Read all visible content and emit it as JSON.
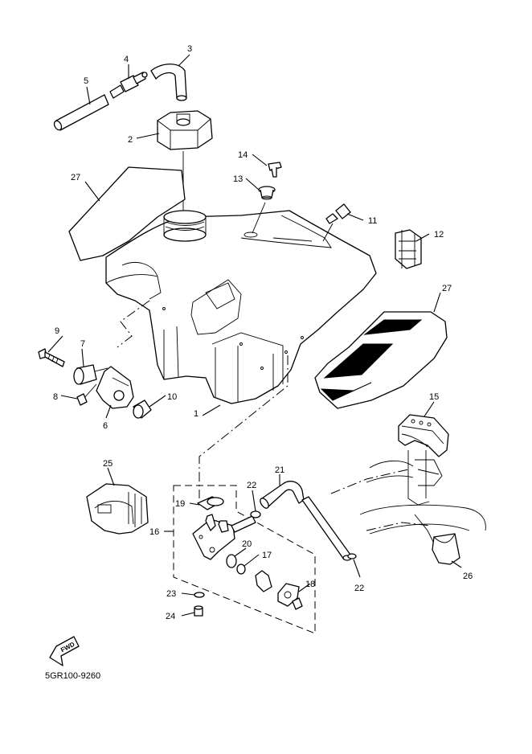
{
  "callouts": [
    "1",
    "2",
    "3",
    "4",
    "5",
    "6",
    "7",
    "8",
    "9",
    "10",
    "11",
    "12",
    "13",
    "14",
    "15",
    "16",
    "17",
    "18",
    "19",
    "20",
    "21",
    "22",
    "22",
    "23",
    "24",
    "25",
    "26",
    "27",
    "27"
  ],
  "fwd_label": "FWD",
  "diagram_code": "5GR100-9260"
}
